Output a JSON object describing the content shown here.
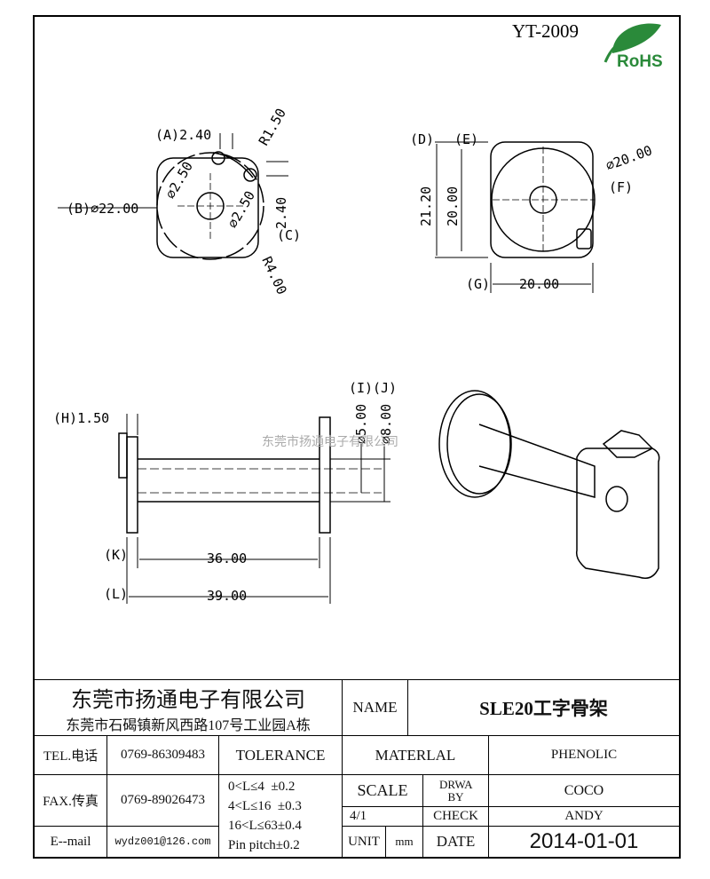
{
  "header": {
    "drawing_no": "YT-2009",
    "logo_text": "RoHS"
  },
  "watermark": "东莞市扬通电子有限公司",
  "views": {
    "top_left": {
      "a": "(A)2.40",
      "r1": "R1.50",
      "d1": "⌀2.50",
      "d2": "⌀2.50",
      "b": "(B)⌀22.00",
      "c_val": "2.40",
      "c": "(C)",
      "r4": "R4.00"
    },
    "top_right": {
      "d": "(D)",
      "e": "(E)",
      "h1": "21.20",
      "h2": "20.00",
      "dia": "⌀20.00",
      "f": "(F)",
      "g": "(G)",
      "w": "20.00"
    },
    "side": {
      "h": "(H)1.50",
      "i": "(I)",
      "j": "(J)",
      "i_val": "⌀5.00",
      "j_val": "⌀8.00",
      "k": "(K)",
      "k_val": "36.00",
      "l": "(L)",
      "l_val": "39.00"
    }
  },
  "title_block": {
    "company": "东莞市扬通电子有限公司",
    "address": "东莞市石碣镇新风西路107号工业园A栋",
    "name_label": "NAME",
    "name_value": "SLE20工字骨架",
    "tel_label": "TEL.电话",
    "tel_value": "0769-86309483",
    "fax_label": "FAX.传真",
    "fax_value": "0769-89026473",
    "email_label": "E--mail",
    "email_value": "wydz001@126.com",
    "tolerance_label": "TOLERANCE",
    "tolerances": [
      "0<L≤4  ±0.2",
      "4<L≤16  ±0.3",
      "16<L≤63±0.4",
      "Pin pitch±0.2"
    ],
    "material_label": "MATERLAL",
    "material_value": "PHENOLIC",
    "scale_label": "SCALE",
    "scale_value": "4/1",
    "drawn_label": "DRWA BY",
    "drawn_value": "COCO",
    "check_label": "CHECK",
    "check_value": "ANDY",
    "unit_label": "UNIT",
    "unit_value": "mm",
    "date_label": "DATE",
    "date_value": "2014-01-01"
  }
}
